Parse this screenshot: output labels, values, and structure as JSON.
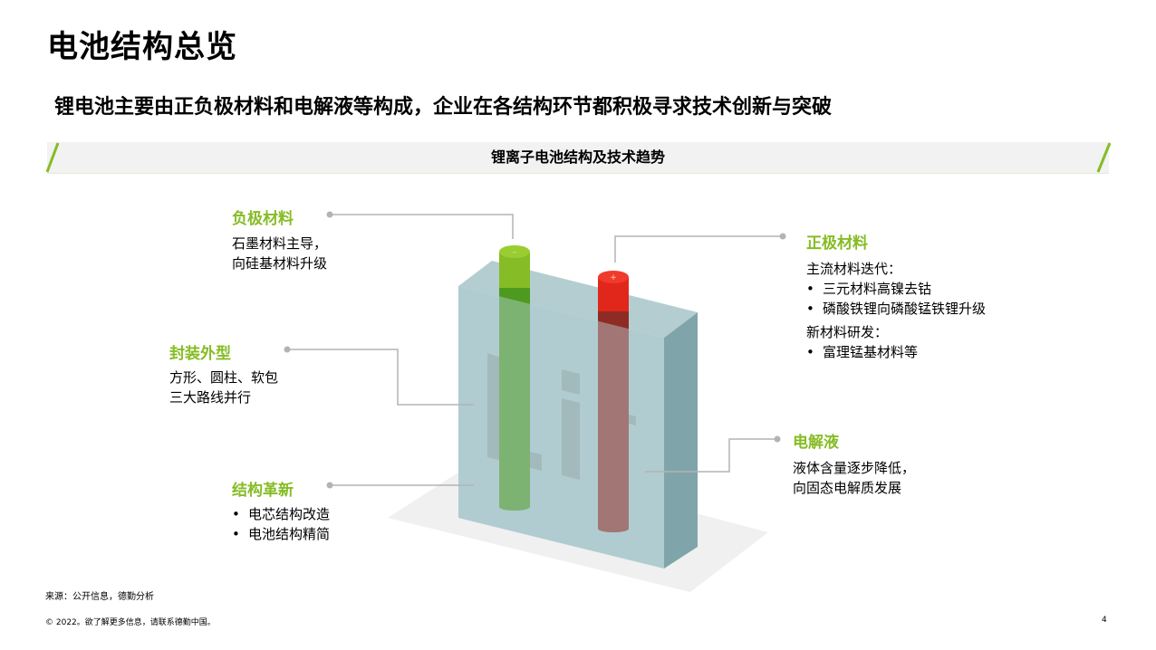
{
  "title": "电池结构总览",
  "subtitle": "锂电池主要由正负极材料和电解液等构成，企业在各结构环节都积极寻求技术创新与突破",
  "banner_title": "锂离子电池结构及技术趋势",
  "negative": {
    "title": "负极材料",
    "lines": [
      "石墨材料主导，",
      "向硅基材料升级"
    ]
  },
  "packaging": {
    "title": "封装外型",
    "lines": [
      "方形、圆柱、软包",
      "三大路线并行"
    ]
  },
  "structure": {
    "title": "结构革新",
    "bullets": [
      "电芯结构改造",
      "电池结构精简"
    ]
  },
  "positive": {
    "title": "正极材料",
    "intro": "主流材料迭代：",
    "bullets": [
      "三元材料高镍去钴",
      "磷酸铁锂向磷酸锰铁锂升级"
    ],
    "intro2": "新材料研发：",
    "bullets2": [
      "富理锰基材料等"
    ]
  },
  "electrolyte": {
    "title": "电解液",
    "lines": [
      "液体含量逐步降低，",
      "向固态电解质发展"
    ]
  },
  "colors": {
    "green": "#86bc25",
    "red": "#e1261c",
    "accent_line": "#86bc25"
  },
  "source": "来源：公开信息，德勤分析",
  "footer": "© 2022。欲了解更多信息，请联系德勤中国。",
  "page_number": "4"
}
